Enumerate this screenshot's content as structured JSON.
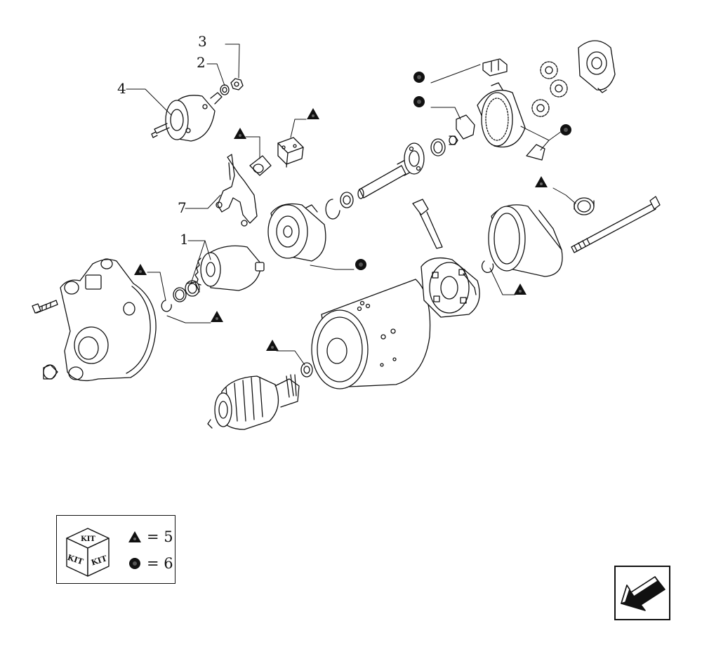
{
  "diagram": {
    "callouts": [
      "1",
      "2",
      "3",
      "4",
      "7"
    ]
  },
  "legend": {
    "kit_label": "KIT",
    "triangle_value": "= 5",
    "circle_value": "= 6"
  },
  "colors": {
    "ink": "#111111",
    "paper": "#ffffff"
  },
  "icons": {
    "nav": "back-arrow-icon",
    "kit": "kit-cube-icon",
    "triangle": "triangle-marker-icon",
    "circle": "circle-marker-icon"
  }
}
